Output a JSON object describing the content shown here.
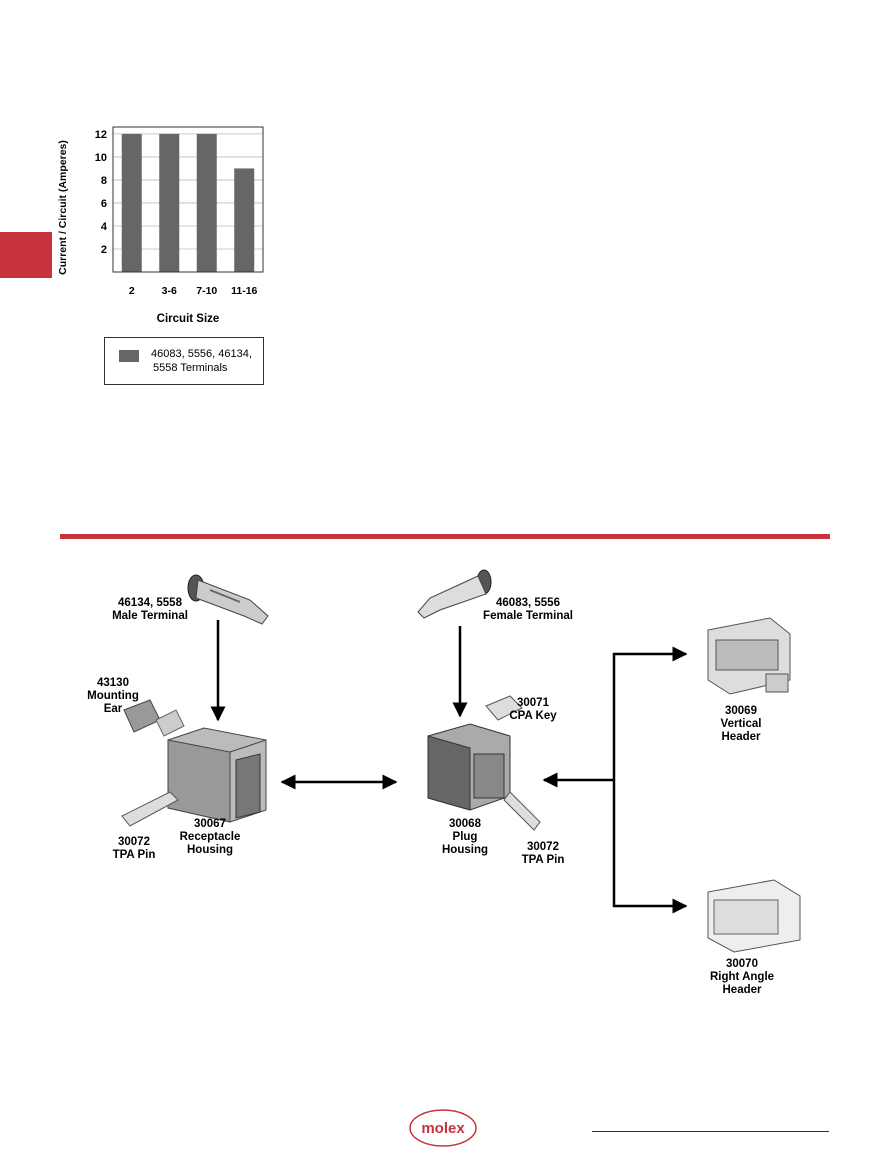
{
  "chart_data": {
    "type": "bar",
    "categories": [
      "2",
      "3-6",
      "7-10",
      "11-16"
    ],
    "values": [
      12,
      12,
      12,
      9
    ],
    "xlabel": "Circuit Size",
    "ylabel": "Current / Circuit (Amperes)",
    "yticks": [
      2,
      4,
      6,
      8,
      10,
      12
    ],
    "ylim": [
      0,
      12.6
    ],
    "grid": true,
    "bar_color": "#666666",
    "series": [
      {
        "name": "46083, 5556, 46134, 5558 Terminals",
        "values": [
          12,
          12,
          12,
          9
        ]
      }
    ],
    "legend_placement": "below"
  },
  "legend": {
    "line1": "46083, 5556, 46134,",
    "line2": "5558 Terminals"
  },
  "diagram": {
    "male_terminal": {
      "l1": "46134, 5558",
      "l2": "Male Terminal"
    },
    "female_terminal": {
      "l1": "46083, 5556",
      "l2": "Female Terminal"
    },
    "mounting_ear": {
      "l1": "43130",
      "l2": "Mounting",
      "l3": "Ear"
    },
    "cpa_key": {
      "l1": "30071",
      "l2": "CPA Key"
    },
    "tpa_pin_left": {
      "l1": "30072",
      "l2": "TPA Pin"
    },
    "receptacle": {
      "l1": "30067",
      "l2": "Receptacle",
      "l3": "Housing"
    },
    "plug": {
      "l1": "30068",
      "l2": "Plug",
      "l3": "Housing"
    },
    "tpa_pin_right": {
      "l1": "30072",
      "l2": "TPA Pin"
    },
    "vertical_header": {
      "l1": "30069",
      "l2": "Vertical",
      "l3": "Header"
    },
    "right_angle_header": {
      "l1": "30070",
      "l2": "Right Angle",
      "l3": "Header"
    }
  },
  "brand": {
    "logo_text": "molex",
    "accent": "#c8323c",
    "link_color": "#1a1aff"
  }
}
